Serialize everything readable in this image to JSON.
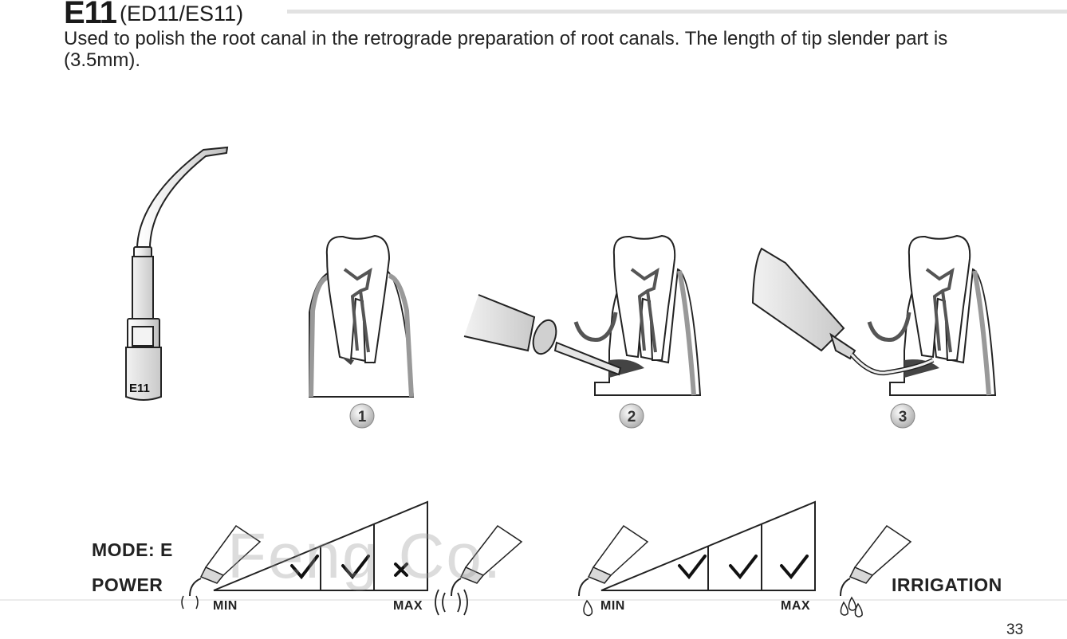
{
  "header": {
    "code": "E11",
    "subtitle": "(ED11/ES11)",
    "description": "Used to polish the root canal in the retrograde preparation of root canals. The length of tip slender part is (3.5mm)."
  },
  "tip": {
    "label": "E11"
  },
  "steps": [
    "1",
    "2",
    "3"
  ],
  "power": {
    "mode_label": "MODE: E",
    "label": "POWER",
    "min_label": "MIN",
    "max_label": "MAX",
    "levels": [
      "check",
      "check",
      "cross"
    ]
  },
  "irrigation": {
    "label": "IRRIGATION",
    "min_label": "MIN",
    "max_label": "MAX",
    "levels": [
      "check",
      "check",
      "check"
    ]
  },
  "watermark": "Feng Co.",
  "page_number": "33"
}
